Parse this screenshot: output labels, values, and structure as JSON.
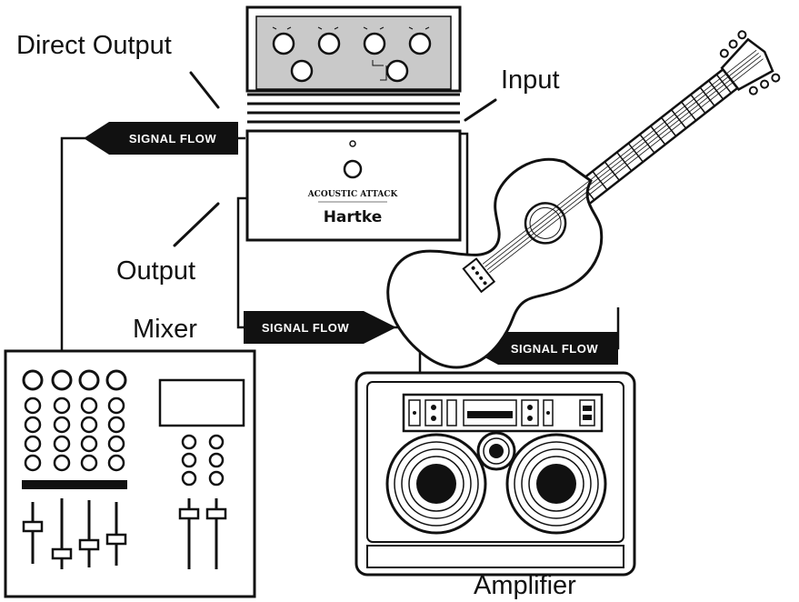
{
  "labels": {
    "direct_output": "Direct Output",
    "input": "Input",
    "output": "Output",
    "mixer": "Mixer",
    "amplifier": "Amplifier"
  },
  "signal_flows": [
    {
      "id": "direct-to-mixer",
      "text": "SIGNAL FLOW",
      "direction": "left"
    },
    {
      "id": "output-to-amp",
      "text": "SIGNAL FLOW",
      "direction": "right"
    },
    {
      "id": "guitar-to-input",
      "text": "SIGNAL FLOW",
      "direction": "left"
    }
  ],
  "pedal": {
    "model": "ACOUSTIC ATTACK",
    "brand": "Hartke"
  },
  "colors": {
    "ink": "#111111",
    "pedal_panel": "#c9c9c9",
    "background": "#ffffff"
  }
}
